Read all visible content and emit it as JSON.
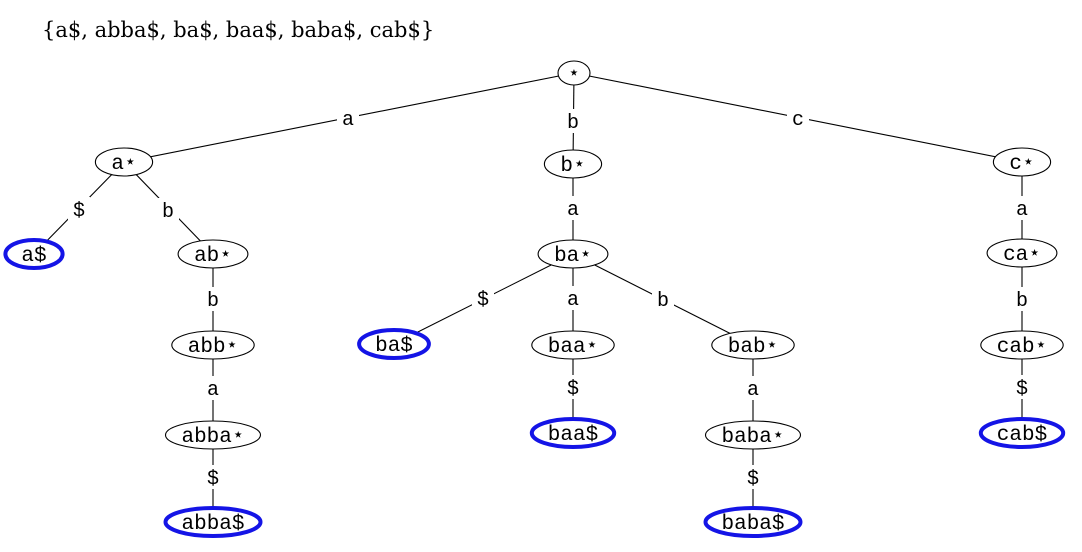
{
  "caption": "{a$, abba$, ba$, baa$, baba$, cab$}",
  "colors": {
    "accepting": "#1414e6",
    "line": "#000000",
    "background": "#ffffff"
  },
  "nodes": [
    {
      "id": "root",
      "label": "*",
      "accepting": false
    },
    {
      "id": "a",
      "label": "a*",
      "accepting": false
    },
    {
      "id": "b",
      "label": "b*",
      "accepting": false
    },
    {
      "id": "c",
      "label": "c*",
      "accepting": false
    },
    {
      "id": "a$",
      "label": "a$",
      "accepting": true
    },
    {
      "id": "ab",
      "label": "ab*",
      "accepting": false
    },
    {
      "id": "abb",
      "label": "abb*",
      "accepting": false
    },
    {
      "id": "abba",
      "label": "abba*",
      "accepting": false
    },
    {
      "id": "abba$",
      "label": "abba$",
      "accepting": true
    },
    {
      "id": "ba",
      "label": "ba*",
      "accepting": false
    },
    {
      "id": "ba$",
      "label": "ba$",
      "accepting": true
    },
    {
      "id": "baa",
      "label": "baa*",
      "accepting": false
    },
    {
      "id": "baa$",
      "label": "baa$",
      "accepting": true
    },
    {
      "id": "bab",
      "label": "bab*",
      "accepting": false
    },
    {
      "id": "baba",
      "label": "baba*",
      "accepting": false
    },
    {
      "id": "baba$",
      "label": "baba$",
      "accepting": true
    },
    {
      "id": "ca",
      "label": "ca*",
      "accepting": false
    },
    {
      "id": "cab",
      "label": "cab*",
      "accepting": false
    },
    {
      "id": "cab$",
      "label": "cab$",
      "accepting": true
    }
  ],
  "edges": [
    {
      "from": "root",
      "to": "a",
      "label": "a"
    },
    {
      "from": "root",
      "to": "b",
      "label": "b"
    },
    {
      "from": "root",
      "to": "c",
      "label": "c"
    },
    {
      "from": "a",
      "to": "a$",
      "label": "$"
    },
    {
      "from": "a",
      "to": "ab",
      "label": "b"
    },
    {
      "from": "ab",
      "to": "abb",
      "label": "b"
    },
    {
      "from": "abb",
      "to": "abba",
      "label": "a"
    },
    {
      "from": "abba",
      "to": "abba$",
      "label": "$"
    },
    {
      "from": "b",
      "to": "ba",
      "label": "a"
    },
    {
      "from": "ba",
      "to": "ba$",
      "label": "$"
    },
    {
      "from": "ba",
      "to": "baa",
      "label": "a"
    },
    {
      "from": "ba",
      "to": "bab",
      "label": "b"
    },
    {
      "from": "baa",
      "to": "baa$",
      "label": "$"
    },
    {
      "from": "bab",
      "to": "baba",
      "label": "a"
    },
    {
      "from": "baba",
      "to": "baba$",
      "label": "$"
    },
    {
      "from": "c",
      "to": "ca",
      "label": "a"
    },
    {
      "from": "ca",
      "to": "cab",
      "label": "b"
    },
    {
      "from": "cab",
      "to": "cab$",
      "label": "$"
    }
  ]
}
